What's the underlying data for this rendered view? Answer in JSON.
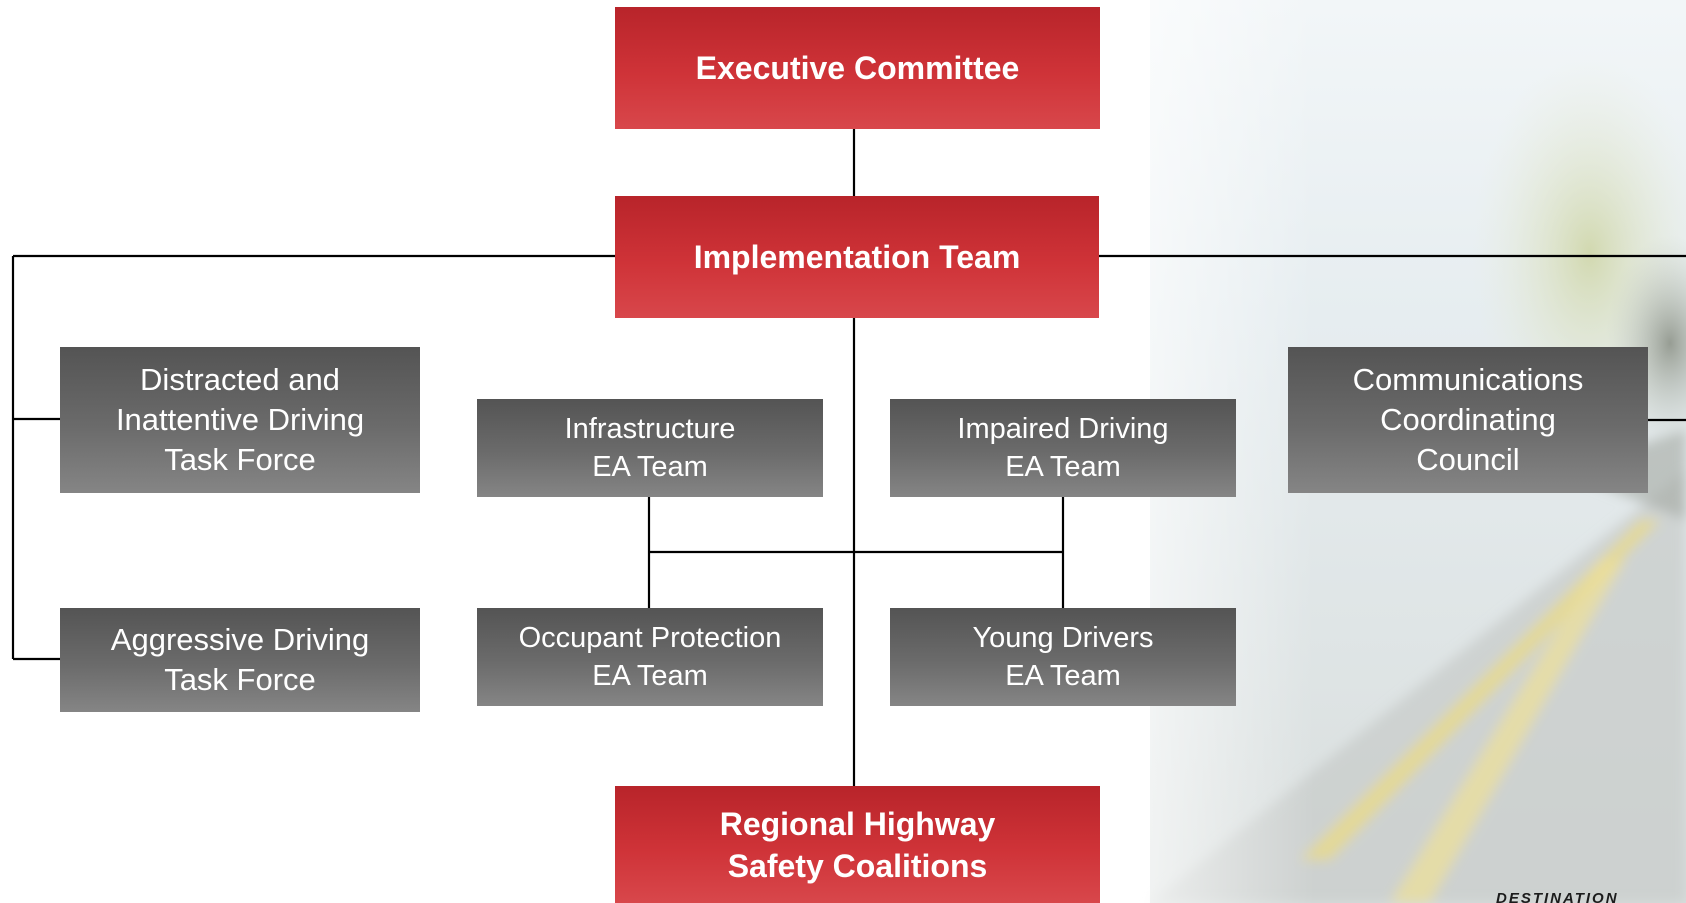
{
  "org_chart": {
    "executive": {
      "label": "Executive Committee"
    },
    "implementation": {
      "label": "Implementation Team"
    },
    "regional": {
      "label": "Regional Highway\nSafety Coalitions"
    },
    "distracted": {
      "label": "Distracted and\nInattentive Driving\nTask Force"
    },
    "aggressive": {
      "label": "Aggressive Driving\nTask Force"
    },
    "infrastructure": {
      "label": "Infrastructure\nEA Team"
    },
    "impaired": {
      "label": "Impaired Driving\nEA Team"
    },
    "occupant": {
      "label": "Occupant Protection\nEA Team"
    },
    "young": {
      "label": "Young Drivers\nEA Team"
    },
    "communications": {
      "label": "Communications\nCoordinating\nCouncil"
    }
  },
  "colors": {
    "leadership_box": "#cc2f34",
    "team_box": "#666666",
    "connector": "#000000"
  },
  "logo_text": "DESTINATION"
}
